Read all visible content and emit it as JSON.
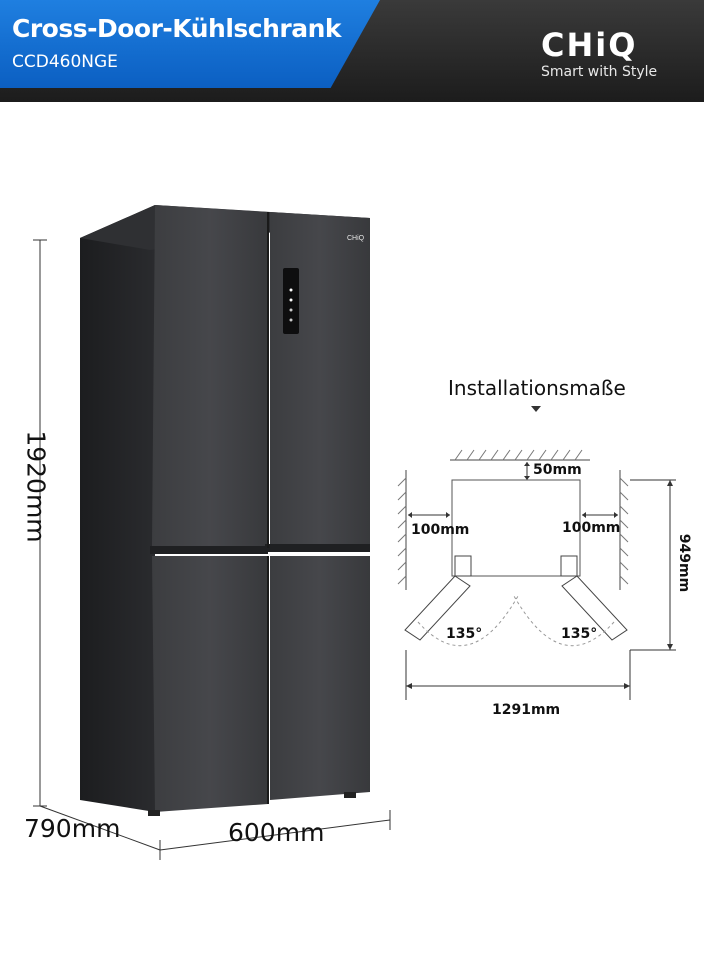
{
  "header": {
    "product_title": "Cross-Door-Kühlschrank",
    "model": "CCD460NGE",
    "brand": "CHiQ",
    "slogan": "Smart with Style",
    "tab_color": "#1570d4"
  },
  "fridge": {
    "door_logo": "CHiQ",
    "color": "#3a3a3c"
  },
  "dimensions": {
    "height": "1920mm",
    "depth": "790mm",
    "width": "600mm"
  },
  "installation": {
    "title": "Installationsmaße",
    "rear_gap": "50mm",
    "left_gap": "100mm",
    "right_gap": "100mm",
    "depth_open": "949mm",
    "left_angle": "135°",
    "right_angle": "135°",
    "total_width": "1291mm"
  }
}
